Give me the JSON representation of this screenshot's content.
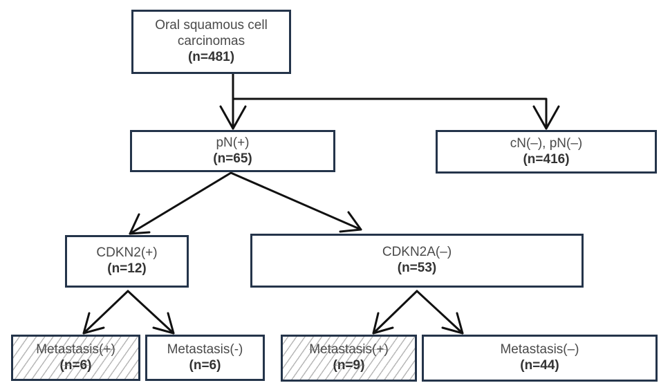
{
  "diagram": {
    "type": "flowchart",
    "nodes": {
      "root": {
        "label": "Oral squamous cell carcinomas",
        "count": "(n=481)"
      },
      "pn_pos": {
        "label": "pN(+)",
        "count": "(n=65)"
      },
      "cn_pn_neg": {
        "label": "cN(–), pN(–)",
        "count": "(n=416)"
      },
      "cdkn2_pos": {
        "label": "CDKN2(+)",
        "count": "(n=12)"
      },
      "cdkn2a_neg": {
        "label": "CDKN2A(–)",
        "count": "(n=53)"
      },
      "met_pos_a": {
        "label": "Metastasis(+)",
        "count": "(n=6)",
        "hatched": true
      },
      "met_neg_a": {
        "label": "Metastasis(-)",
        "count": "(n=6)"
      },
      "met_pos_b": {
        "label": "Metastasis(+)",
        "count": "(n=9)",
        "hatched": true
      },
      "met_neg_b": {
        "label": "Metastasis(–)",
        "count": "(n=44)"
      }
    },
    "edges": [
      {
        "from": "root",
        "to": "pn_pos"
      },
      {
        "from": "root",
        "to": "cn_pn_neg"
      },
      {
        "from": "pn_pos",
        "to": "cdkn2_pos"
      },
      {
        "from": "pn_pos",
        "to": "cdkn2a_neg"
      },
      {
        "from": "cdkn2_pos",
        "to": "met_pos_a"
      },
      {
        "from": "cdkn2_pos",
        "to": "met_neg_a"
      },
      {
        "from": "cdkn2a_neg",
        "to": "met_pos_b"
      },
      {
        "from": "cdkn2a_neg",
        "to": "met_neg_b"
      }
    ],
    "colors": {
      "box_border": "#24344a",
      "arrow": "#111111",
      "text": "#4a4a4a",
      "hatch": "#b8b8b8"
    }
  }
}
